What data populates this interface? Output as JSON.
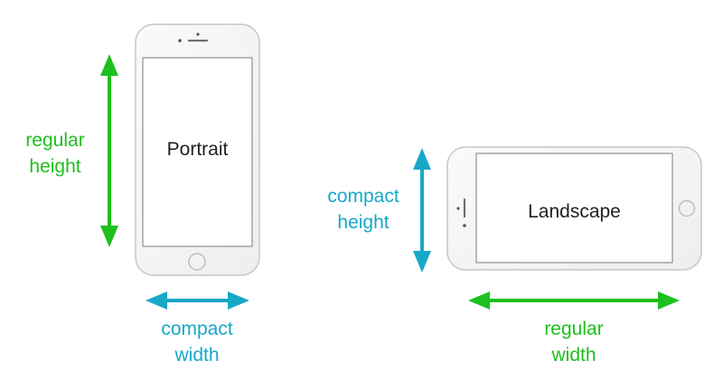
{
  "colors": {
    "regular": "#1dc01d",
    "compact": "#17a8c8",
    "device_body": "#f4f4f5",
    "device_outline": "#c8c8cc",
    "screen_border": "#9a9a9a",
    "text": "#1f1f1f"
  },
  "portrait": {
    "screen_label": "Portrait",
    "height_label": {
      "line1": "regular",
      "line2": "height"
    },
    "width_label": {
      "line1": "compact",
      "line2": "width"
    }
  },
  "landscape": {
    "screen_label": "Landscape",
    "height_label": {
      "line1": "compact",
      "line2": "height"
    },
    "width_label": {
      "line1": "regular",
      "line2": "width"
    }
  }
}
